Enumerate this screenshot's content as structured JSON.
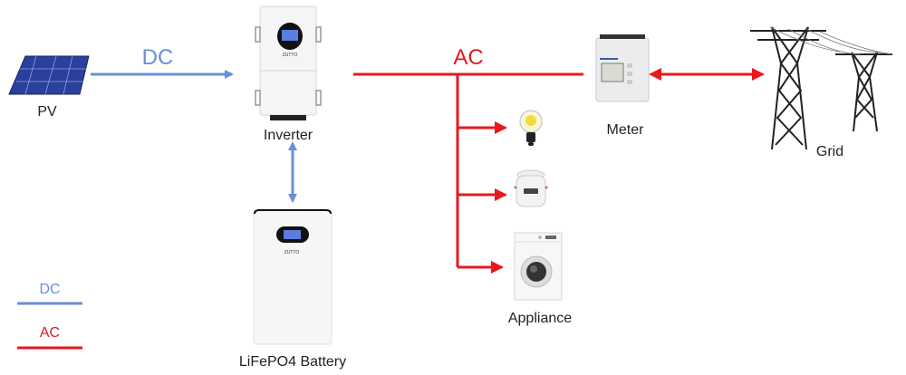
{
  "diagram": {
    "colors": {
      "dc": "#6b8fd6",
      "ac": "#e8181c",
      "text": "#222222"
    },
    "flow_labels": {
      "dc": "DC",
      "ac": "AC"
    },
    "nodes": {
      "pv": {
        "label": "PV",
        "icon": "solar-panel-icon"
      },
      "inverter": {
        "label": "Inverter",
        "icon": "inverter-icon",
        "brand": "ZUTTO"
      },
      "battery": {
        "label": "LiFePO4 Battery",
        "icon": "battery-icon",
        "brand": "ZUTTO"
      },
      "meter": {
        "label": "Meter",
        "icon": "energy-meter-icon"
      },
      "grid": {
        "label": "Grid",
        "icon": "power-tower-icon"
      },
      "appliance": {
        "label": "Appliance",
        "icons": [
          "light-bulb-icon",
          "rice-cooker-icon",
          "washing-machine-icon"
        ]
      }
    },
    "connections": [
      {
        "from": "PV",
        "to": "Inverter",
        "type": "DC",
        "direction": "one-way"
      },
      {
        "from": "Inverter",
        "to": "LiFePO4 Battery",
        "type": "DC",
        "direction": "two-way"
      },
      {
        "from": "Inverter",
        "to": "Meter",
        "type": "AC",
        "direction": "one-way"
      },
      {
        "from": "AC bus",
        "to": "Appliance",
        "type": "AC",
        "direction": "one-way"
      },
      {
        "from": "Meter",
        "to": "Grid",
        "type": "AC",
        "direction": "two-way"
      }
    ],
    "legend": [
      {
        "label": "DC",
        "color": "#6b8fd6"
      },
      {
        "label": "AC",
        "color": "#e8181c"
      }
    ]
  }
}
